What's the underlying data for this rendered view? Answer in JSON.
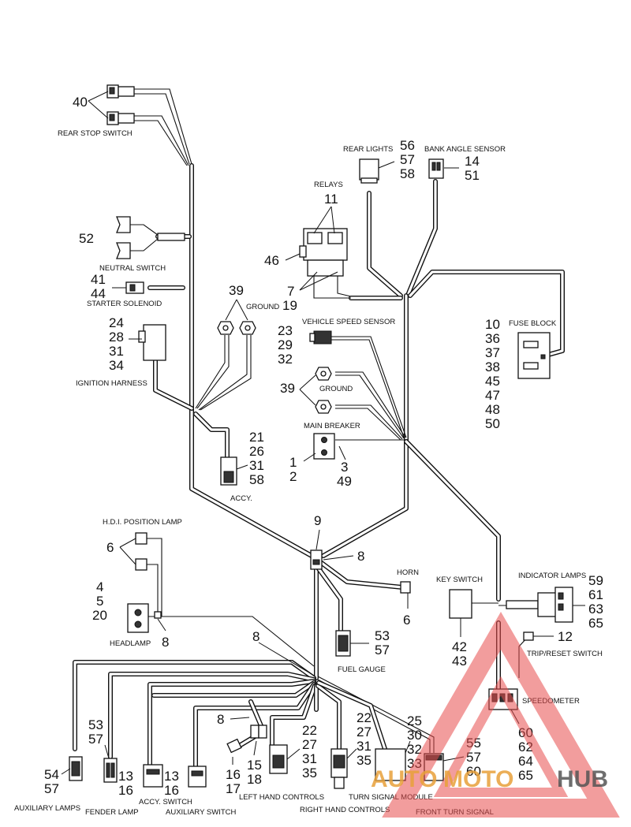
{
  "callouts": {
    "rear_stop": "40",
    "neutral": "52",
    "starter_a": "41",
    "starter_b": "44",
    "ignition_a": "24",
    "ignition_b": "28",
    "ignition_c": "31",
    "ignition_d": "34",
    "ground_top": "39",
    "relays_top": "11",
    "relays_side": "46",
    "relays_bot_a": "7",
    "relays_bot_b": "19",
    "rear_lights_a": "56",
    "rear_lights_b": "57",
    "rear_lights_c": "58",
    "bank_a": "14",
    "bank_b": "51",
    "vss_a": "23",
    "vss_b": "29",
    "vss_c": "32",
    "ground_mid": "39",
    "fuse_a": "10",
    "fuse_b": "36",
    "fuse_c": "37",
    "fuse_d": "38",
    "fuse_e": "45",
    "fuse_f": "47",
    "fuse_g": "48",
    "fuse_h": "50",
    "breaker_a": "1",
    "breaker_b": "2",
    "breaker_c": "3",
    "breaker_d": "49",
    "accy_a": "21",
    "accy_b": "26",
    "accy_c": "31",
    "accy_d": "58",
    "hub_top": "9",
    "hub_right": "8",
    "hdi": "6",
    "headlamp_a": "4",
    "headlamp_b": "5",
    "headlamp_c": "20",
    "headlamp_8": "8",
    "horn": "6",
    "fuel_a": "53",
    "fuel_b": "57",
    "key_a": "42",
    "key_b": "43",
    "ind_a": "59",
    "ind_b": "61",
    "ind_c": "63",
    "ind_d": "65",
    "trip": "12",
    "speedo_a": "60",
    "speedo_b": "62",
    "speedo_c": "64",
    "speedo_d": "65",
    "lower_8": "8",
    "mid_8": "8",
    "aux_lamps_a": "54",
    "aux_lamps_b": "57",
    "fender_a": "53",
    "fender_b": "57",
    "accy_sw_a": "13",
    "accy_sw_b": "16",
    "aux_sw_a": "13",
    "aux_sw_b": "16",
    "conn_a": "16",
    "conn_b": "17",
    "conn2_a": "15",
    "conn2_b": "18",
    "lhc_a": "22",
    "lhc_b": "27",
    "lhc_c": "31",
    "lhc_d": "35",
    "rhc_a": "22",
    "rhc_b": "27",
    "rhc_c": "31",
    "rhc_d": "35",
    "tsm_a": "25",
    "tsm_b": "30",
    "tsm_c": "32",
    "tsm_d": "33",
    "fts_a": "55",
    "fts_b": "57",
    "fts_c": "60"
  },
  "labels": {
    "rear_stop_switch": "REAR STOP SWITCH",
    "neutral_switch": "NEUTRAL SWITCH",
    "starter_solenoid": "STARTER SOLENOID",
    "ignition_harness": "IGNITION HARNESS",
    "ground_top": "GROUND",
    "relays": "RELAYS",
    "rear_lights": "REAR LIGHTS",
    "bank_angle_sensor": "BANK ANGLE SENSOR",
    "vehicle_speed_sensor": "VEHICLE SPEED SENSOR",
    "ground_mid": "GROUND",
    "fuse_block": "FUSE BLOCK",
    "main_breaker": "MAIN BREAKER",
    "accy": "ACCY.",
    "hdi_position_lamp": "H.D.I. POSITION LAMP",
    "headlamp": "HEADLAMP",
    "horn": "HORN",
    "fuel_gauge": "FUEL GAUGE",
    "key_switch": "KEY SWITCH",
    "indicator_lamps": "INDICATOR LAMPS",
    "trip_reset_switch": "TRIP/RESET SWITCH",
    "speedometer": "SPEEDOMETER",
    "auxiliary_lamps": "AUXILIARY LAMPS",
    "fender_lamp": "FENDER LAMP",
    "accy_switch": "ACCY. SWITCH",
    "auxiliary_switch": "AUXILIARY SWITCH",
    "left_hand_controls": "LEFT HAND CONTROLS",
    "right_hand_controls": "RIGHT HAND CONTROLS",
    "turn_signal_module": "TURN SIGNAL MODULE",
    "front_turn_signal": "FRONT TURN SIGNAL"
  },
  "watermark": {
    "text_a": "AUTO",
    "text_b": "MOTO",
    "text_c": "HUB",
    "color": "#e84c4c"
  }
}
